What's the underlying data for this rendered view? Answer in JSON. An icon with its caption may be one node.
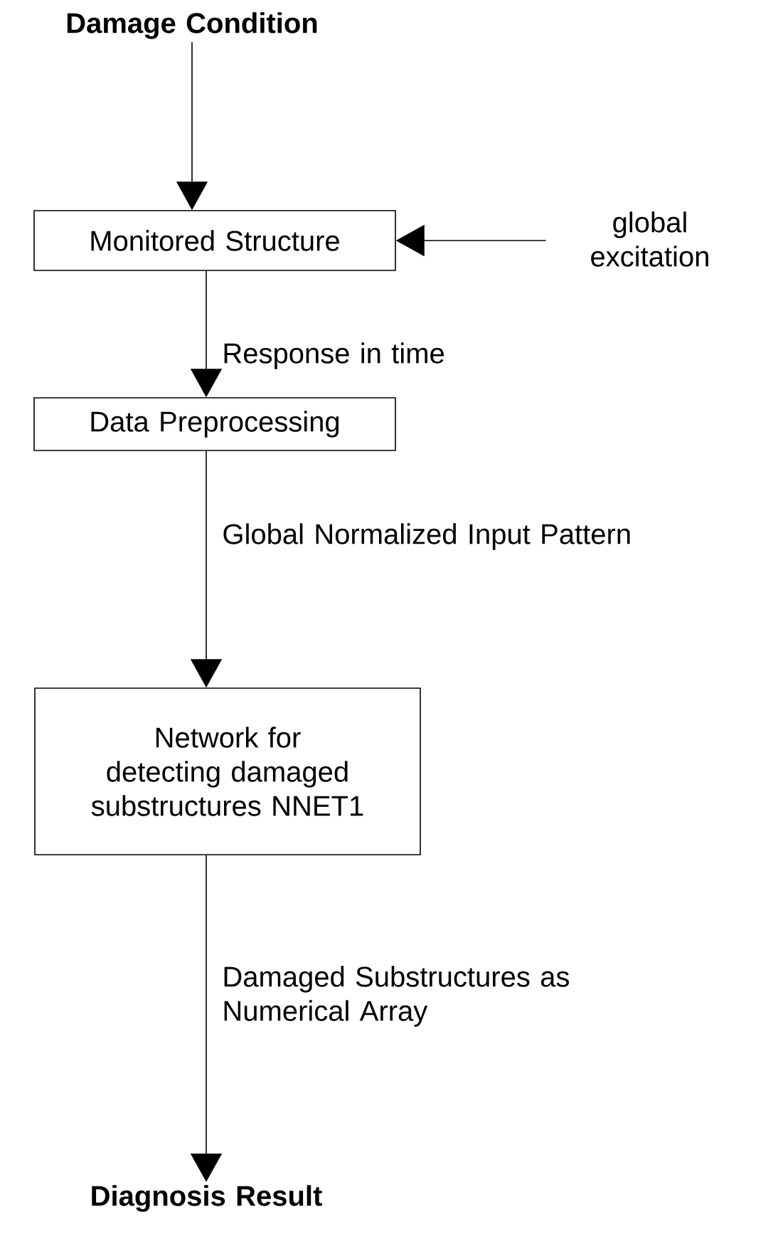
{
  "diagram": {
    "nodes": [
      {
        "text": [
          "Damage Condition"
        ]
      },
      {
        "text": [
          "Monitored Structure"
        ]
      },
      {
        "text": [
          "global excitation"
        ]
      },
      {
        "text": [
          "Data Preprocessing"
        ]
      },
      {
        "text": [
          "Network for detecting damaged substructures NNET1"
        ]
      },
      {
        "text": [
          "Diagnosis Result"
        ]
      }
    ],
    "edges": [
      {
        "from": 0,
        "to": 1,
        "arrow": "to"
      },
      {
        "from": 2,
        "to": 1,
        "arrow": "to"
      },
      {
        "from": 1,
        "to": 3,
        "arrow": "to",
        "label": "Response in time"
      },
      {
        "from": 3,
        "to": 4,
        "arrow": "to",
        "label": "Global Normalized Input Pattern"
      },
      {
        "from": 4,
        "to": 5,
        "arrow": "to",
        "label": "Damaged Substructures as Numerical Array"
      }
    ]
  }
}
